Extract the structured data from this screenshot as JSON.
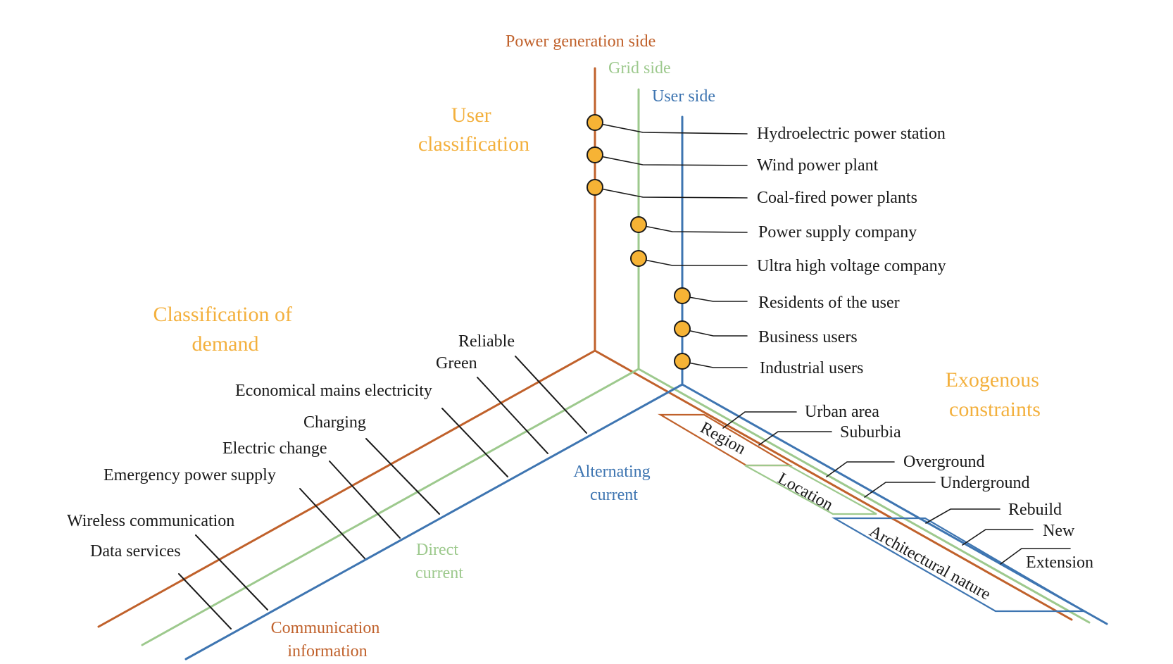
{
  "colors": {
    "generation": "#c0612b",
    "grid": "#9dc98d",
    "user": "#3e75b1",
    "category": "#f3b03d",
    "marker_fill": "#f6b335",
    "text": "#1a1a1a"
  },
  "axes": {
    "power_generation_side": "Power generation side",
    "grid_side": "Grid side",
    "user_side": "User side",
    "alternating_current": [
      "Alternating",
      "current"
    ],
    "direct_current": [
      "Direct",
      "current"
    ],
    "communication_information": [
      "Communication",
      "information"
    ]
  },
  "categories": {
    "user_classification": [
      "User",
      "classification"
    ],
    "classification_of_demand": [
      "Classification of",
      "demand"
    ],
    "exogenous_constraints": [
      "Exogenous",
      "constraints"
    ]
  },
  "user_items": [
    "Hydroelectric power station",
    "Wind power plant",
    "Coal-fired power plants",
    "Power supply company",
    "Ultra high voltage company",
    "Residents of the user",
    "Business users",
    "Industrial users"
  ],
  "demand_items": [
    "Reliable",
    "Green",
    "Economical mains electricity",
    "Charging",
    "Electric change",
    "Emergency power supply",
    "Wireless communication",
    "Data services"
  ],
  "constraint_groups": [
    "Region",
    "Location",
    "Architectural nature"
  ],
  "constraint_items": [
    "Urban area",
    "Suburbia",
    "Overground",
    "Underground",
    "Rebuild",
    "New",
    "Extension"
  ]
}
